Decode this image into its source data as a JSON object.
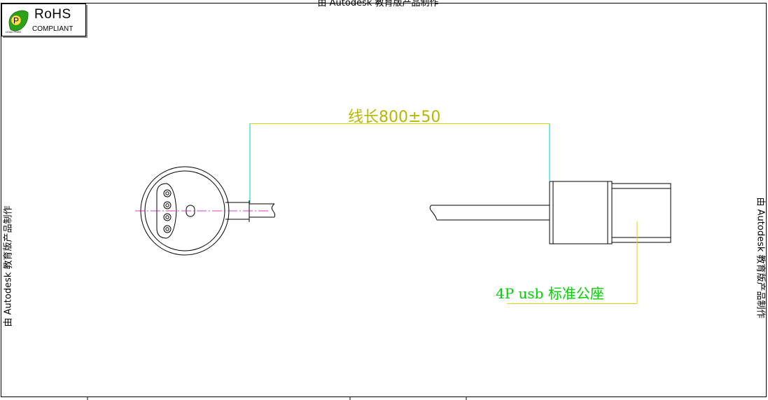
{
  "rohs": {
    "title": "RoHS",
    "subtitle": "COMPLIANT",
    "logo_letter": "P",
    "logo_caption": "LEAD FREE",
    "logo_color": "#2aa31a"
  },
  "watermark": {
    "top": "由 Autodesk 教育版产品制作",
    "left": "由 Autodesk 教育版产品制作",
    "right": "由 Autodesk 教育版产品制作"
  },
  "annotations": {
    "cable_length": "线长800±50",
    "connector_note": "4P usb 标准公座"
  },
  "colors": {
    "outline": "#000000",
    "dimension": "#d9d900",
    "extension": "#00c8c8",
    "leader": "#e0d400",
    "note": "#00d200",
    "centerline": "#c000c0"
  }
}
